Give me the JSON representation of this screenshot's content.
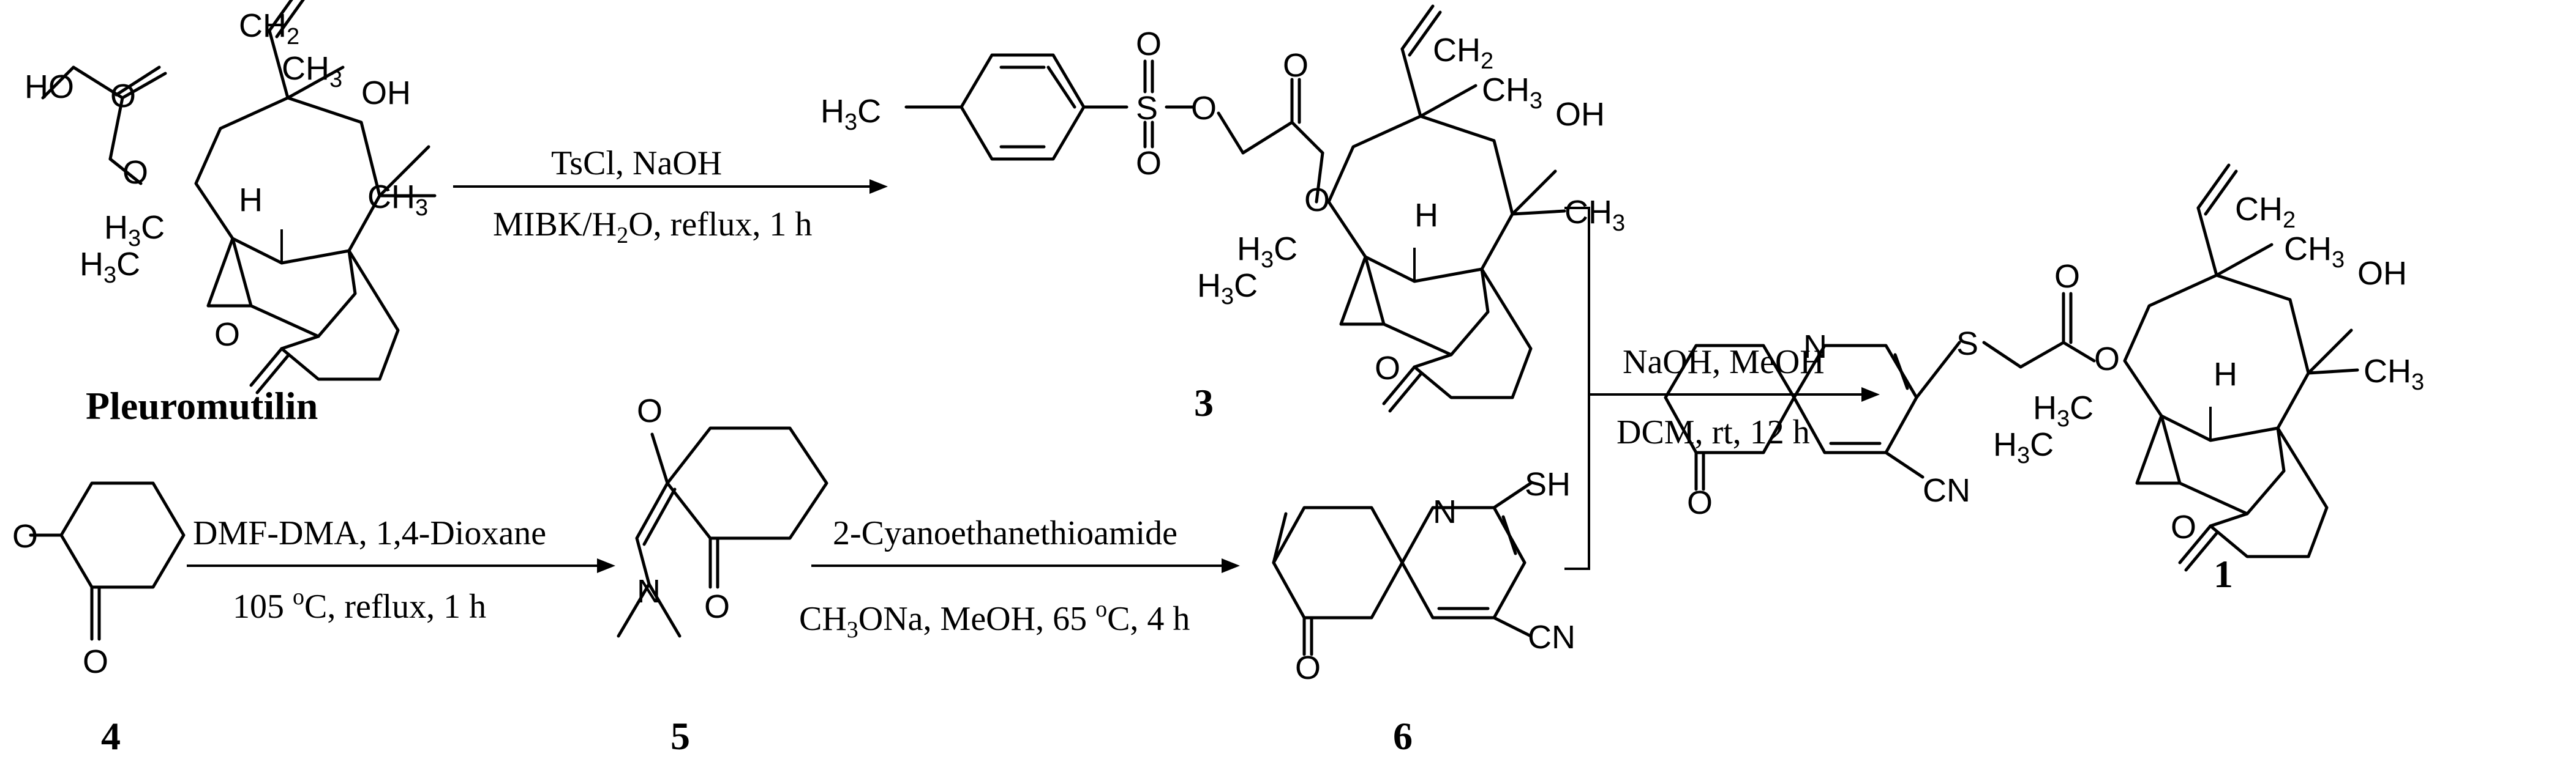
{
  "compounds": {
    "pleuromutilin": {
      "label": "Pleuromutilin"
    },
    "c3": {
      "label": "3"
    },
    "c4": {
      "label": "4"
    },
    "c5": {
      "label": "5"
    },
    "c6": {
      "label": "6"
    },
    "c1": {
      "label": "1"
    }
  },
  "atoms": {
    "HO": "HO",
    "OH": "OH",
    "O": "O",
    "H": "H",
    "N": "N",
    "S": "S",
    "SH": "SH",
    "CN": "CN",
    "CH2": "CH",
    "CH3": "CH",
    "H3C": "H",
    "C": "C",
    "sub2": "2",
    "sub3": "3"
  },
  "reactions": {
    "step1": {
      "reagents": "TsCl,  NaOH",
      "conditions": "MIBK/H2O, reflux, 1 h"
    },
    "step2": {
      "reagents": "DMF-DMA, 1,4-Dioxane",
      "conditions": "105 oC, reflux, 1 h"
    },
    "step3": {
      "reagents": "2-Cyanoethanethioamide",
      "conditions": "CH3ONa, MeOH, 65 oC, 4 h"
    },
    "step4": {
      "reagents": "NaOH, MeOH",
      "conditions": "DCM, rt, 12 h"
    }
  }
}
